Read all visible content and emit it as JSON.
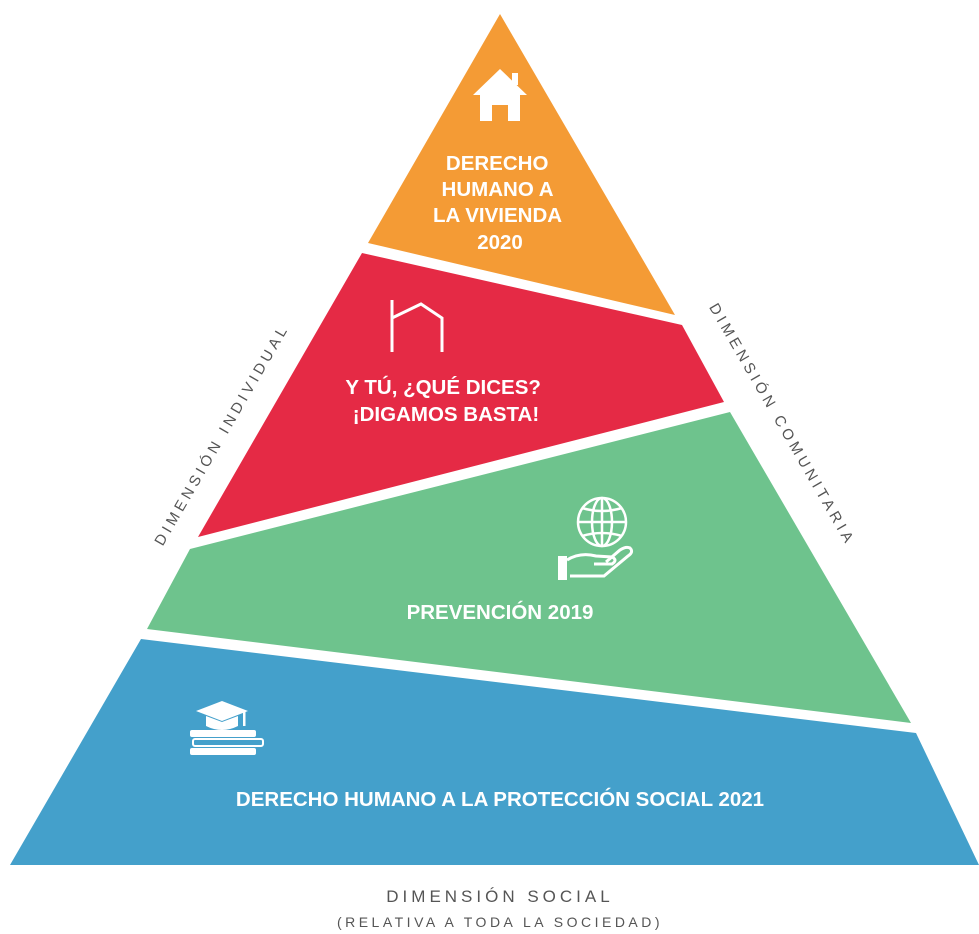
{
  "colors": {
    "top": "#f49b35",
    "second": "#e52a45",
    "third": "#6ec38d",
    "bottom": "#44a0cb",
    "label_text": "#ffffff",
    "dimension_text": "#555555"
  },
  "tiers": [
    {
      "icon": "house-icon",
      "lines": [
        "DERECHO",
        "HUMANO A",
        "LA VIVIENDA",
        "2020"
      ]
    },
    {
      "icon": "house-outline-icon",
      "lines": [
        "Y TÚ, ¿QUÉ DICES?",
        "¡DIGAMOS BASTA!"
      ]
    },
    {
      "icon": "globe-in-hand-icon",
      "lines": [
        "PREVENCIÓN 2019"
      ]
    },
    {
      "icon": "graduation-books-icon",
      "lines": [
        "DERECHO HUMANO A LA PROTECCIÓN SOCIAL 2021"
      ]
    }
  ],
  "dimensions": {
    "left": "DIMENSIÓN INDIVIDUAL",
    "right": "DIMENSIÓN COMUNITARIA",
    "bottom": "DIMENSIÓN SOCIAL",
    "bottom_sub": "(RELATIVA A TODA LA SOCIEDAD)"
  }
}
